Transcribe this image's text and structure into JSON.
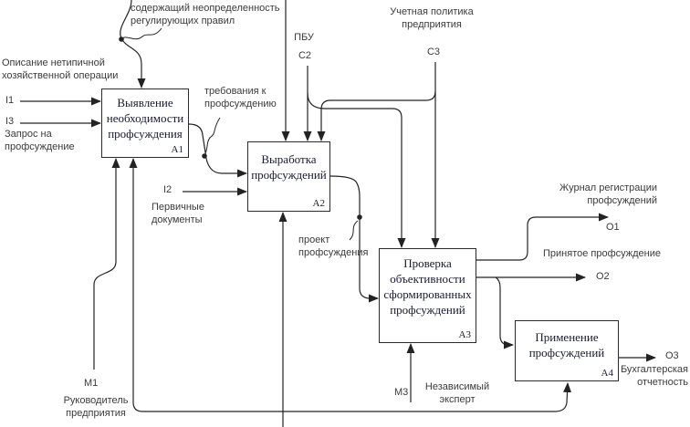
{
  "diagram": {
    "boxes": [
      {
        "title": "Выявление необходимости профсуждения",
        "tag": "А1"
      },
      {
        "title": "Выработка профсуждений",
        "tag": "А2"
      },
      {
        "title": "Проверка объективности сформированных профсуждений",
        "tag": "А3"
      },
      {
        "title": "Применение профсуждений",
        "tag": "А4"
      }
    ],
    "labels": {
      "law_uncertainty": "содержащий неопределенность регулирующих правил",
      "pbu": "ПБУ",
      "c2": "C2",
      "accounting_policy": "Учетная политика предприятия",
      "c3": "C3",
      "atypical_operation": "Описание нетипичной хозяйственной операции",
      "i1": "I1",
      "i3": "I3",
      "judgment_request": "Запрос на профсуждение",
      "judgment_requirements": "требования к профсуждению",
      "i2": "I2",
      "primary_documents": "Первичные документы",
      "draft_judgment": "проект профсуждения",
      "registration_journal": "Журнал регистрации профсуждений",
      "o1": "O1",
      "accepted_judgment": "Принятое профсуждение",
      "o2": "O2",
      "o3": "O3",
      "accounting_reports": "Бухгалтерская отчетность",
      "m1": "M1",
      "company_head": "Руководитель предприятия",
      "m3": "M3",
      "independent_expert": "Независимый эксперт"
    },
    "colors": {
      "line": "#232323",
      "label_text": "#3b3b3b",
      "box_text": "#191a2e"
    }
  }
}
